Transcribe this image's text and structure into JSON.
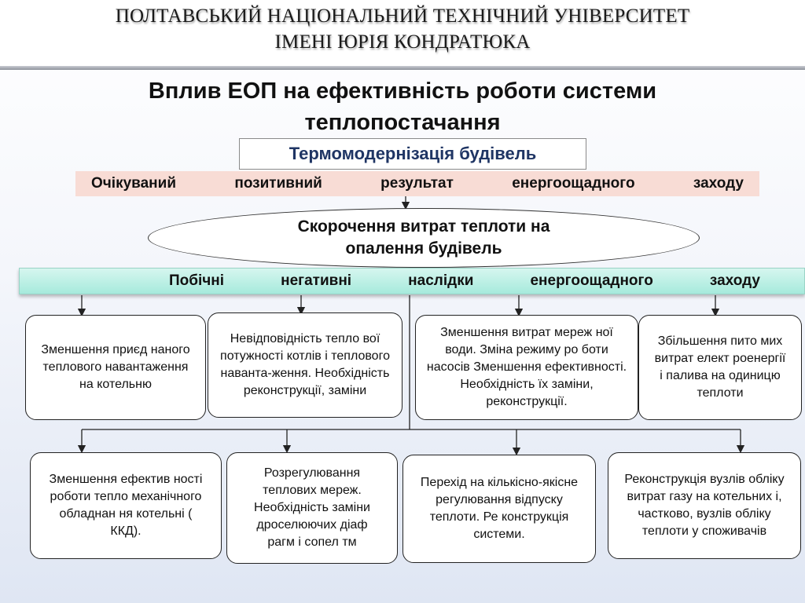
{
  "header": {
    "university_line1": "ПОЛТАВСЬКИЙ НАЦІОНАЛЬНИЙ ТЕХНІЧНИЙ УНІВЕРСИТЕТ",
    "university_line2": "ІМЕНІ ЮРІЯ КОНДРАТЮКА"
  },
  "title": "Вплив ЕОП на ефективність роботи системи теплопостачання",
  "subject": "Термомодернізація будівель",
  "expected_result_words": [
    "Очікуваний",
    "позитивний",
    "результат",
    "енергоощадного",
    "заходу"
  ],
  "central": "Скорочення витрат теплоти на опалення будівель",
  "side_effects_words": [
    "Побічні",
    "негативні",
    "наслідки",
    "енергоощадного",
    "заходу"
  ],
  "row1": [
    "Зменшення приєд наного теплового навантаження на котельню",
    "Невідповідність тепло вої потужності котлів і теплового наванта-ження. Необхідність реконструкції, заміни",
    "Зменшення витрат мереж ної води. Зміна режиму ро боти насосів Зменшення ефективності. Необхідність їх заміни, реконструкції.",
    "Збільшення пито мих витрат елект роенергії і палива на  одиницю теплоти"
  ],
  "row2": [
    "Зменшення ефектив ності роботи тепло механічного обладнан ня котельні ( ККД).",
    "Розрегулювання теплових   мереж. Необхідність заміни дроселюючих діаф рагм і сопел  тм",
    "Перехід на кількісно-якісне регулювання відпуску теплоти. Ре конструкція  системи.",
    "Реконструкція вузлів обліку витрат газу на котельних і, частково, вузлів обліку теплоти у споживачів"
  ],
  "colors": {
    "subject_text": "#1f3564",
    "expected_band_bg": "#f8dcd5",
    "side_band_bg": "#a6eadc",
    "line": "#222222"
  }
}
